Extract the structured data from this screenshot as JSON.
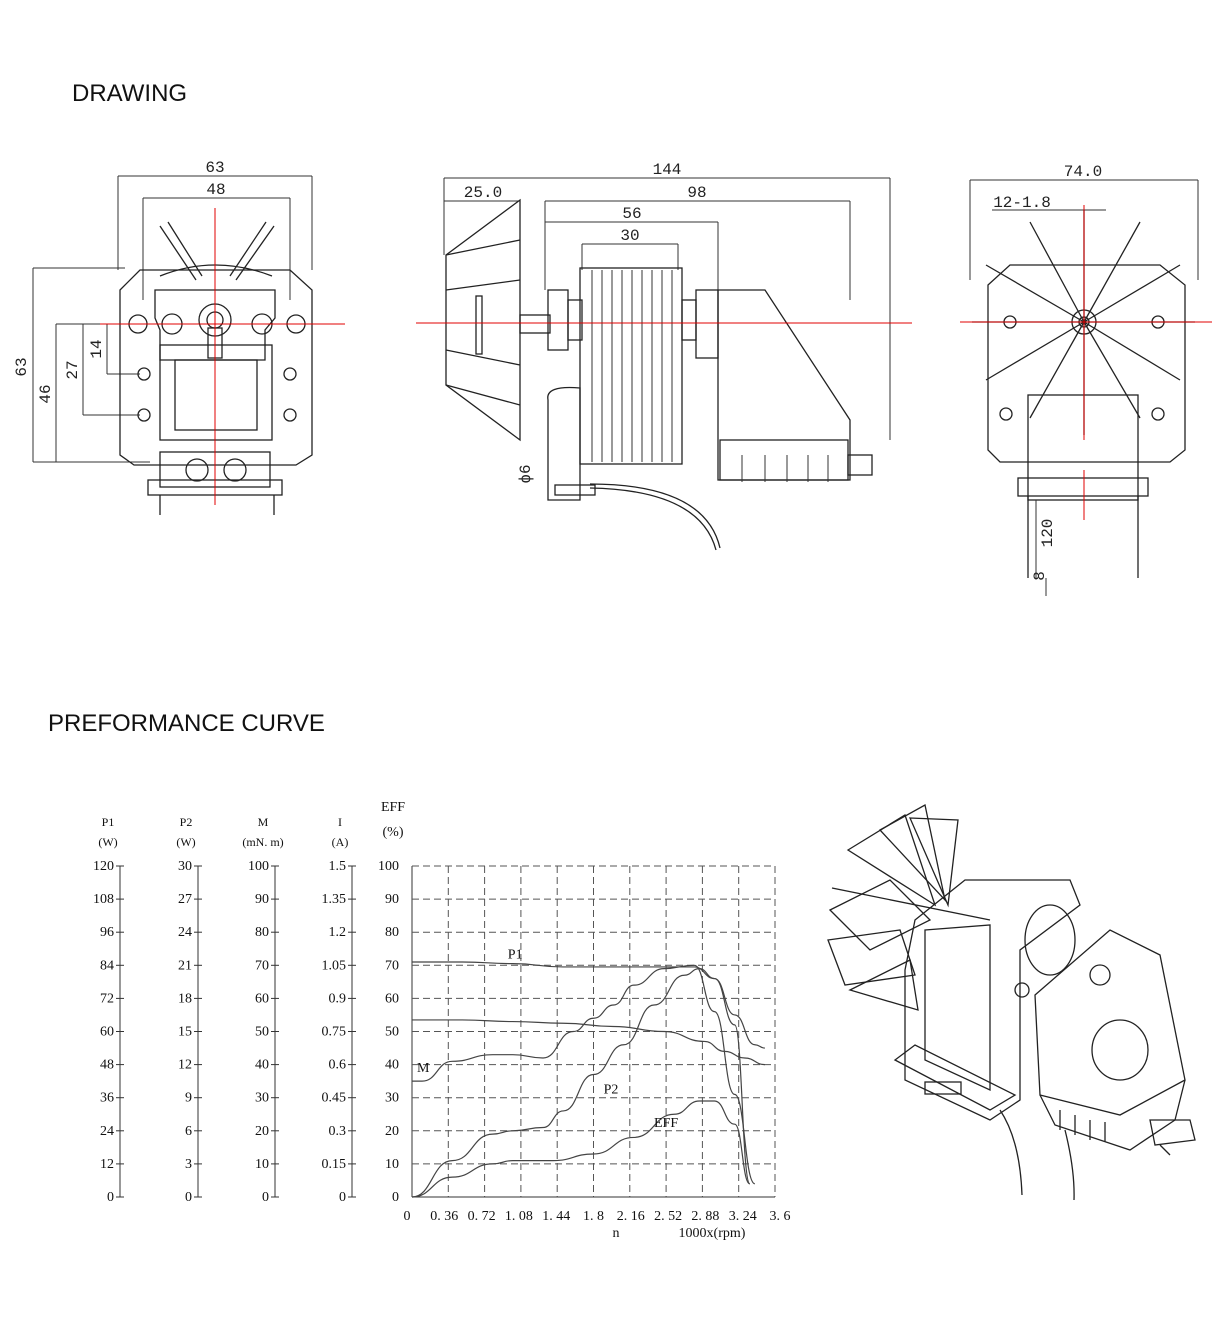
{
  "headings": {
    "drawing": "DRAWING",
    "curve": "PREFORMANCE CURVE"
  },
  "front_view": {
    "dims": {
      "outer_width": "63",
      "inner_width": "48",
      "height_total": "63",
      "height_46": "46",
      "height_27": "27",
      "height_14": "14"
    }
  },
  "side_view": {
    "dims": {
      "overall": "144",
      "fan": "25.0",
      "body": "98",
      "core": "56",
      "stack": "30",
      "shaft": "ϕ6"
    }
  },
  "rear_view": {
    "dims": {
      "width": "74.0",
      "blade": "12-1.8",
      "lead": "120",
      "tip": "8"
    }
  },
  "chart_data": {
    "type": "line",
    "axes": [
      {
        "label": "P1",
        "unit": "(W)",
        "ticks": [
          "120",
          "108",
          "96",
          "84",
          "72",
          "60",
          "48",
          "36",
          "24",
          "12",
          "0"
        ]
      },
      {
        "label": "P2",
        "unit": "(W)",
        "ticks": [
          "30",
          "27",
          "24",
          "21",
          "18",
          "15",
          "12",
          "9",
          "6",
          "3",
          "0"
        ]
      },
      {
        "label": "M",
        "unit": "(mN. m)",
        "ticks": [
          "100",
          "90",
          "80",
          "70",
          "60",
          "50",
          "40",
          "30",
          "20",
          "10",
          "0"
        ]
      },
      {
        "label": "I",
        "unit": "(A)",
        "ticks": [
          "1.5",
          "1.35",
          "1.2",
          "1.05",
          "0.9",
          "0.75",
          "0.6",
          "0.45",
          "0.3",
          "0.15",
          "0"
        ]
      },
      {
        "label": "EFF",
        "unit": "(%)",
        "ticks": [
          "100",
          "90",
          "80",
          "70",
          "60",
          "50",
          "40",
          "30",
          "20",
          "10",
          "0"
        ]
      }
    ],
    "x_ticks": [
      "0",
      "0. 36",
      "0. 72",
      "1. 08",
      "1. 44",
      "1. 8",
      "2. 16",
      "2. 52",
      "2. 88",
      "3. 24",
      "3. 6"
    ],
    "x_label_n": "n",
    "x_label_unit": "1000x(rpm)",
    "xlim": [
      0,
      3.6
    ],
    "ylim": [
      0,
      100
    ],
    "grid": true,
    "series": [
      {
        "name": "P1",
        "x": [
          0,
          0.5,
          1.0,
          1.5,
          2.0,
          2.5,
          2.8,
          3.0,
          3.2,
          3.4,
          3.5
        ],
        "y": [
          71,
          71,
          70.5,
          69.5,
          69.5,
          69.5,
          69.5,
          66,
          55,
          46,
          45
        ]
      },
      {
        "name": "",
        "x": [
          0,
          0.5,
          1.0,
          1.5,
          2.0,
          2.5,
          2.9,
          3.1,
          3.3,
          3.5
        ],
        "y": [
          53.5,
          53.5,
          53,
          52.5,
          51.5,
          50,
          47,
          44,
          42,
          40
        ]
      },
      {
        "name": "M",
        "x": [
          0,
          0.1,
          0.4,
          0.8,
          1.0,
          1.3,
          1.6,
          1.8,
          2.0,
          2.2,
          2.5,
          2.8,
          3.0,
          3.2,
          3.4
        ],
        "y": [
          35,
          35,
          41,
          43,
          43,
          42,
          50,
          54,
          58,
          64,
          69,
          70,
          56,
          31,
          4
        ]
      },
      {
        "name": "P2",
        "x": [
          0,
          0.4,
          0.8,
          1.0,
          1.3,
          1.5,
          1.8,
          2.1,
          2.4,
          2.7,
          2.85,
          3.0,
          3.2,
          3.35
        ],
        "y": [
          0,
          11,
          19,
          20,
          21,
          26,
          37,
          46,
          58,
          67,
          69,
          66,
          52,
          4
        ]
      },
      {
        "name": "EFF",
        "x": [
          0,
          0.4,
          0.8,
          1.0,
          1.4,
          1.8,
          2.2,
          2.6,
          2.85,
          3.0,
          3.2,
          3.35
        ],
        "y": [
          0,
          6,
          10,
          11,
          11,
          13,
          18,
          25,
          29,
          29,
          22,
          4
        ]
      }
    ]
  }
}
